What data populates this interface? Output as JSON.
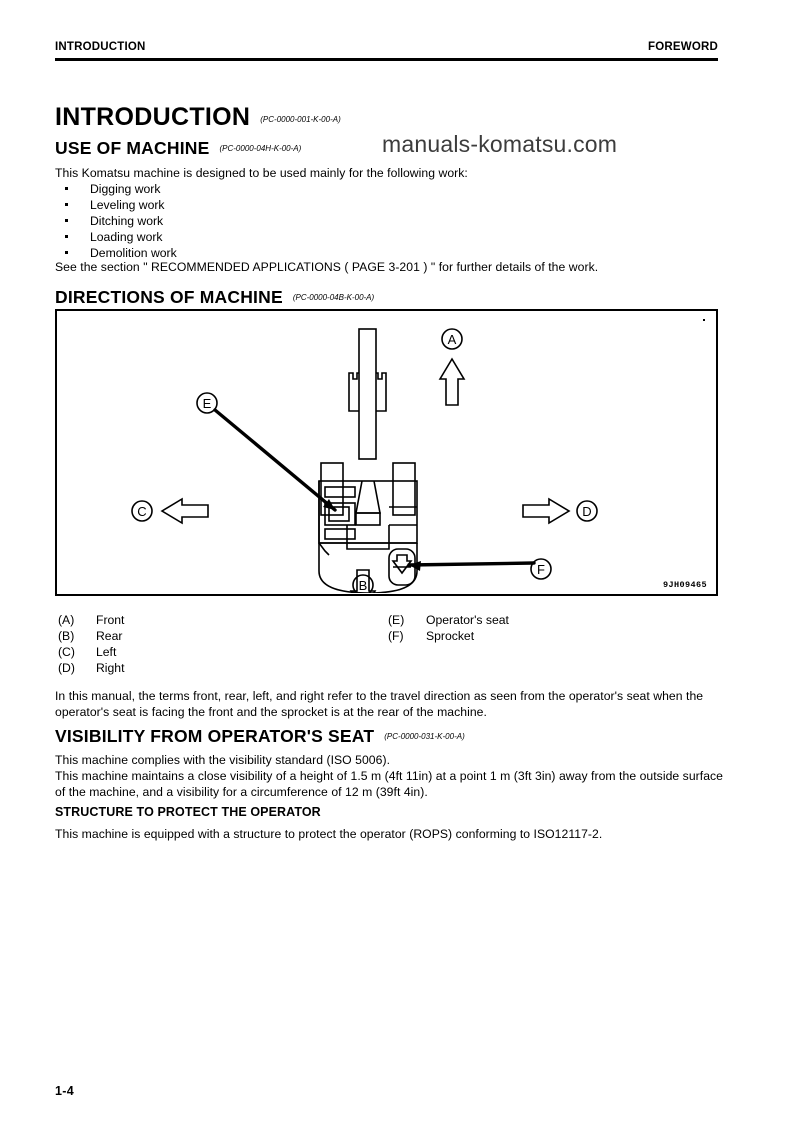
{
  "header": {
    "left": "INTRODUCTION",
    "right": "FOREWORD"
  },
  "title": {
    "text": "INTRODUCTION",
    "code": "(PC-0000-001-K-00-A)"
  },
  "watermark": "manuals-komatsu.com",
  "use_of_machine": {
    "heading": "USE OF MACHINE",
    "code": "(PC-0000-04H-K-00-A)",
    "intro": "This Komatsu machine is designed to be used mainly for the following work:",
    "bullets": [
      "Digging work",
      "Leveling work",
      "Ditching work",
      "Loading work",
      "Demolition work"
    ],
    "see_also": "See the section \" RECOMMENDED APPLICATIONS ( PAGE 3-201 ) \" for further details of the work."
  },
  "directions": {
    "heading": "DIRECTIONS OF MACHINE",
    "code": "(PC-0000-04B-K-00-A)",
    "figure_code": "9JH09465",
    "callouts": {
      "a": "A",
      "b": "B",
      "c": "C",
      "d": "D",
      "e": "E",
      "f": "F"
    },
    "legend_left": [
      {
        "key": "(A)",
        "label": "Front"
      },
      {
        "key": "(B)",
        "label": "Rear"
      },
      {
        "key": "(C)",
        "label": "Left"
      },
      {
        "key": "(D)",
        "label": "Right"
      }
    ],
    "legend_right": [
      {
        "key": "(E)",
        "label": "Operator's seat"
      },
      {
        "key": "(F)",
        "label": "Sprocket"
      }
    ],
    "note": "In this manual, the terms front, rear, left, and right refer to the travel direction as seen from the operator's seat when the operator's seat is facing the front and the sprocket is at the rear of the machine."
  },
  "visibility": {
    "heading": "VISIBILITY FROM OPERATOR'S SEAT",
    "code": "(PC-0000-031-K-00-A)",
    "body": "This machine complies with the visibility standard (ISO 5006).\nThis machine maintains a close visibility of a height of 1.5 m (4ft 11in) at a point 1 m (3ft 3in) away from the outside surface of the machine, and a visibility for a circumference of 12 m (39ft 4in).",
    "subheading": "STRUCTURE TO PROTECT THE OPERATOR",
    "rops": "This machine is equipped with a structure to protect the operator (ROPS) conforming to ISO12117-2."
  },
  "folio": "1-4"
}
